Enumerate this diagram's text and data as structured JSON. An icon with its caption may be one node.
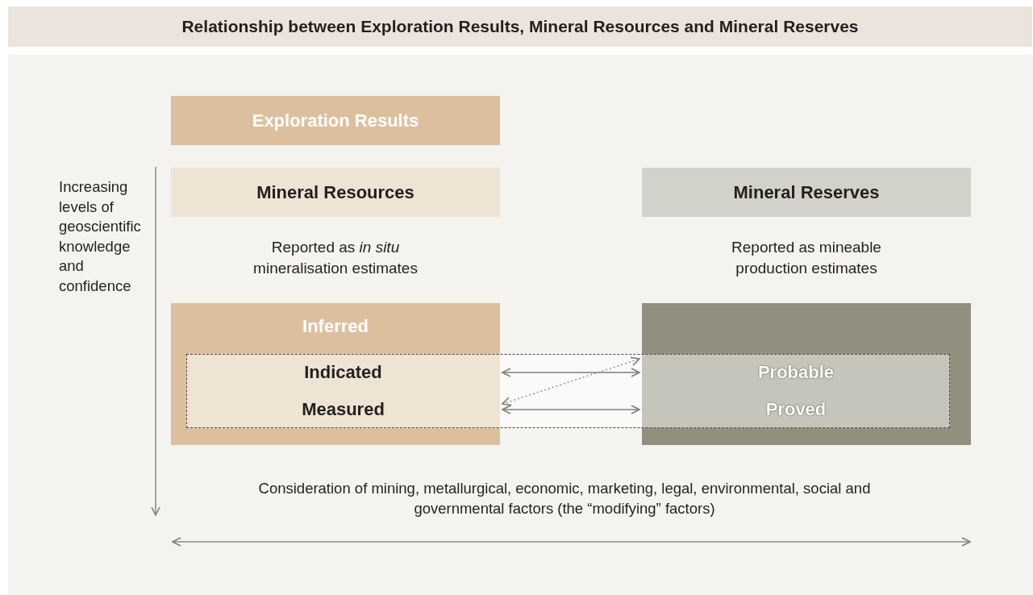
{
  "diagram": {
    "title": "Relationship between Exploration Results, Mineral Resources and Mineral Reserves",
    "nodes": [
      {
        "text": [
          "Exploration Results"
        ]
      },
      {
        "text": [
          "Mineral Resources"
        ],
        "beside": [
          "Reported as *in situ* mineralisation estimates"
        ]
      },
      {
        "text": [
          "Mineral Reserves"
        ],
        "beside": [
          "Reported as mineable production estimates"
        ]
      },
      {
        "text": [
          "Inferred"
        ]
      },
      {
        "text": [
          "Indicated"
        ],
        "in": 3
      },
      {
        "text": [
          "Measured"
        ],
        "in": 3
      },
      {
        "text": [],
        "shape": "box"
      },
      {
        "text": [
          "Probable"
        ],
        "in": 6
      },
      {
        "text": [
          "Proved"
        ],
        "in": 6
      }
    ],
    "edges": [
      {
        "from": 4,
        "to": 7,
        "arrow": "both"
      },
      {
        "from": 5,
        "to": 8,
        "arrow": "both"
      },
      {
        "from": 5,
        "to": 7,
        "arrow": "both",
        "style": "dashed"
      }
    ],
    "labels": [
      "Increasing levels of geoscientific knowledge and confidence",
      "Consideration of mining, metallurgical, economic, marketing, legal, environmental, social and governmental factors (the “modifying” factors)"
    ]
  }
}
